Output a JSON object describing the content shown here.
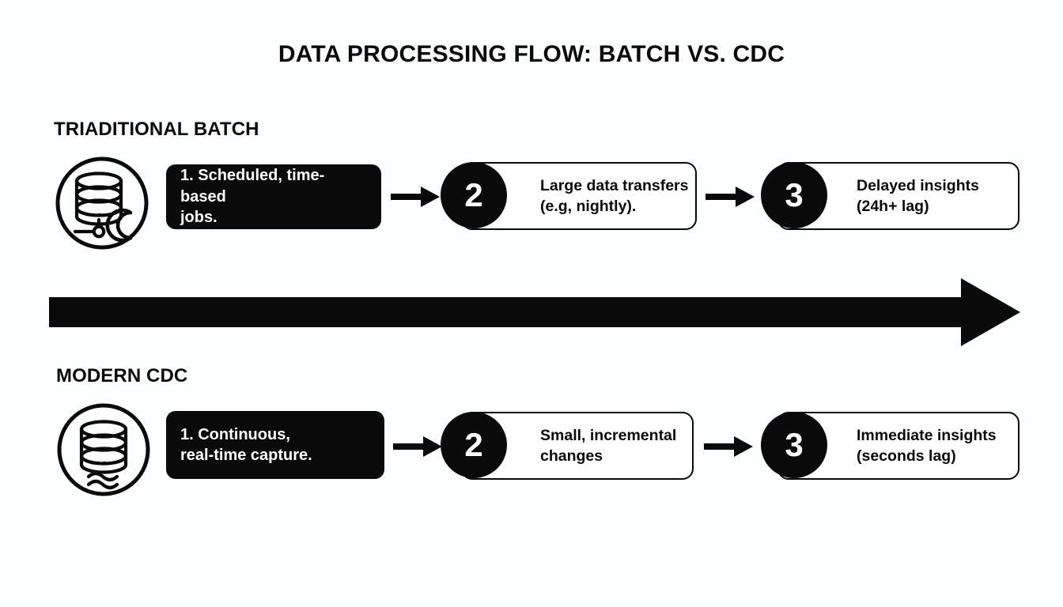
{
  "title": "DATA PROCESSING FLOW: BATCH VS. CDC",
  "sections": [
    {
      "heading": "TRIADITIONAL BATCH",
      "icon": "database-moon-icon",
      "steps": [
        {
          "number": "1",
          "style": "dark-box",
          "text": "1. Scheduled, time-based\njobs."
        },
        {
          "number": "2",
          "style": "outlined-card",
          "text": "Large data transfers\n(e.g, nightly)."
        },
        {
          "number": "3",
          "style": "outlined-card",
          "text": "Delayed insights\n(24h+ lag)"
        }
      ]
    },
    {
      "heading": "MODERN CDC",
      "icon": "database-stream-icon",
      "steps": [
        {
          "number": "1",
          "style": "dark-box",
          "text": "1. Continuous,\nreal-time capture."
        },
        {
          "number": "2",
          "style": "outlined-card",
          "text": "Small, incremental\nchanges"
        },
        {
          "number": "3",
          "style": "outlined-card",
          "text": "Immediate insights\n(seconds lag)"
        }
      ]
    }
  ],
  "timeline_arrow": {
    "direction": "right",
    "label": ""
  },
  "colors": {
    "background": "#fdfeff",
    "ink": "#0a0a0a",
    "card_fill": "#ffffff",
    "dark_text": "#ffffff"
  }
}
